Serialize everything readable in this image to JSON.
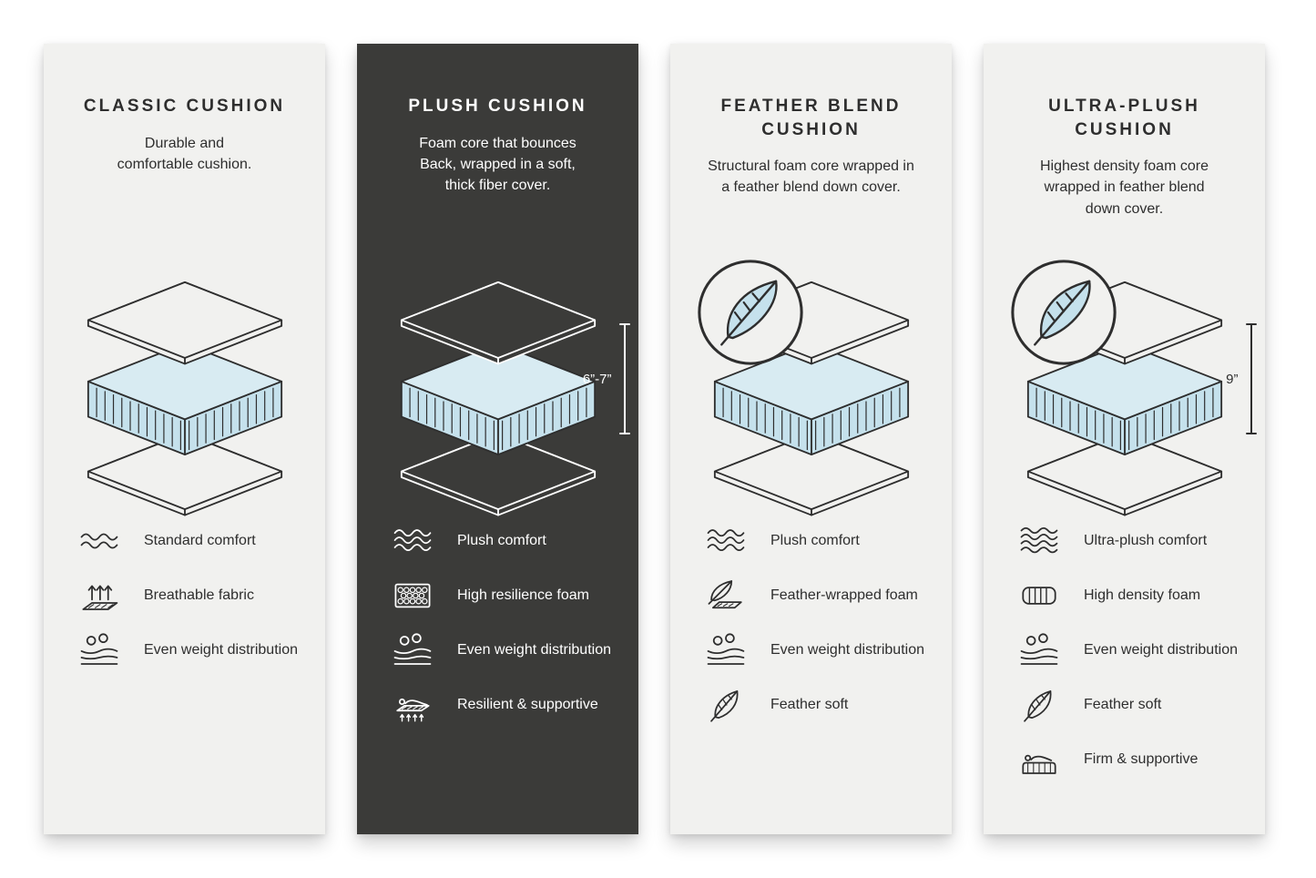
{
  "colors": {
    "background": "#ffffff",
    "card_light": "#f1f1ef",
    "card_dark": "#3b3b39",
    "foam_blue_top": "#d8ebf2",
    "foam_blue_side": "#c5e1ec",
    "text_dark": "#2e2e2e",
    "text_light": "#ffffff"
  },
  "cards": [
    {
      "title": "CLASSIC CUSHION",
      "description": "Durable and\ncomfortable cushion.",
      "features": [
        {
          "icon": "comfort-waves-icon",
          "label": "Standard comfort"
        },
        {
          "icon": "breathable-fabric-icon",
          "label": "Breathable fabric"
        },
        {
          "icon": "weight-distribution-icon",
          "label": "Even weight distribution"
        }
      ]
    },
    {
      "title": "PLUSH CUSHION",
      "description": "Foam core that bounces\nBack, wrapped in a soft,\nthick fiber cover.",
      "measurement": "6”-7”",
      "features": [
        {
          "icon": "comfort-waves-icon",
          "label": "Plush comfort"
        },
        {
          "icon": "resilience-foam-icon",
          "label": "High resilience foam"
        },
        {
          "icon": "weight-distribution-icon",
          "label": "Even weight distribution"
        },
        {
          "icon": "resilient-supportive-icon",
          "label": "Resilient & supportive"
        }
      ]
    },
    {
      "title": "FEATHER BLEND\nCUSHION",
      "description": "Structural foam core wrapped in\na feather blend down cover.",
      "features": [
        {
          "icon": "comfort-waves-icon",
          "label": "Plush comfort"
        },
        {
          "icon": "feather-wrapped-foam-icon",
          "label": "Feather-wrapped foam"
        },
        {
          "icon": "weight-distribution-icon",
          "label": "Even weight distribution"
        },
        {
          "icon": "feather-icon",
          "label": "Feather soft"
        }
      ]
    },
    {
      "title": "ULTRA-PLUSH\nCUSHION",
      "description": "Highest density foam core\nwrapped in feather blend\ndown cover.",
      "measurement": "9”",
      "features": [
        {
          "icon": "comfort-waves-icon",
          "label": "Ultra-plush comfort"
        },
        {
          "icon": "high-density-foam-icon",
          "label": "High density foam"
        },
        {
          "icon": "weight-distribution-icon",
          "label": "Even weight distribution"
        },
        {
          "icon": "feather-icon",
          "label": "Feather soft"
        },
        {
          "icon": "firm-supportive-icon",
          "label": "Firm & supportive"
        }
      ]
    }
  ]
}
